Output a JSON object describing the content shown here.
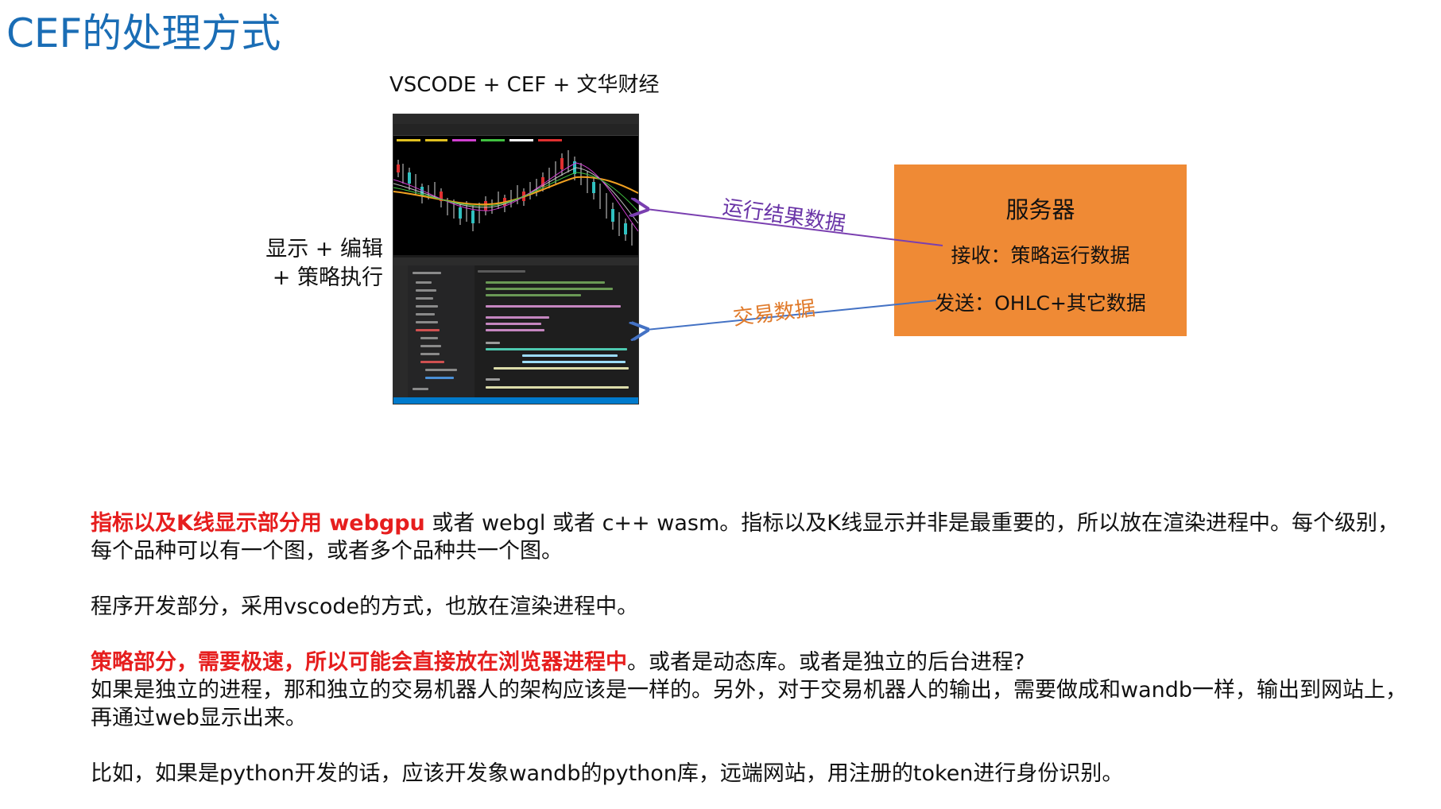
{
  "title": "CEF的处理方式",
  "screenshot_caption": "VSCODE + CEF + 文华财经",
  "left_label": {
    "line1": "显示 + 编辑",
    "line2": "+ 策略执行"
  },
  "server": {
    "title": "服务器",
    "receive": "接收：策略运行数据",
    "send": "发送：OHLC+其它数据",
    "color": "#ef8a35"
  },
  "arrows": {
    "result_label": "运行结果数据",
    "trade_label": "交易数据",
    "result_color": "#7a3fb0",
    "trade_color": "#4472c4"
  },
  "paragraphs": {
    "p1": {
      "red": "指标以及K线显示部分用 webgpu",
      "normal": " 或者 webgl 或者 c++ wasm。指标以及K线显示并非是最重要的，所以放在渲染进程中。每个级别，每个品种可以有一个图，或者多个品种共一个图。"
    },
    "p2": "程序开发部分，采用vscode的方式，也放在渲染进程中。",
    "p3": {
      "red": "策略部分，需要极速，所以可能会直接放在浏览器进程中",
      "normal": "。或者是动态库。或者是独立的后台进程?",
      "line2": "如果是独立的进程，那和独立的交易机器人的架构应该是一样的。另外，对于交易机器人的输出，需要做成和wandb一样，输出到网站上，再通过web显示出来。"
    },
    "p4": "比如，如果是python开发的话，应该开发象wandb的python库，远端网站，用注册的token进行身份识别。"
  },
  "colors": {
    "title": "#1a6db5",
    "emphasis_red": "#e61e1e"
  }
}
